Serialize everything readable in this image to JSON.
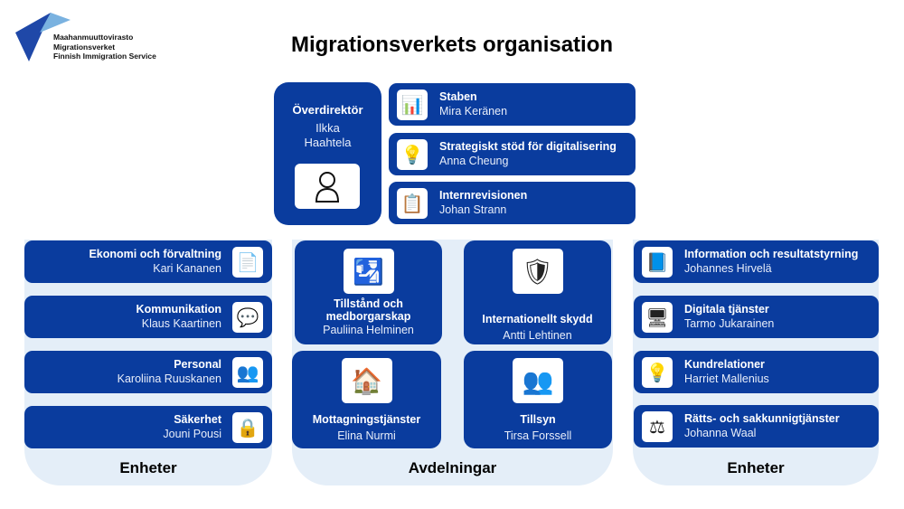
{
  "logo": {
    "lines": [
      "Maahanmuuttovirasto",
      "Migrationsverket",
      "Finnish Immigration Service"
    ]
  },
  "title": "Migrationsverkets organisation",
  "director": {
    "title": "Överdirektör",
    "name_line1": "Ilkka",
    "name_line2": "Haahtela"
  },
  "staff_units": [
    {
      "title": "Staben",
      "name": "Mira Keränen",
      "icon": "presentation-board-icon"
    },
    {
      "title": "Strategiskt  stöd för digitalisering",
      "name": "Anna Cheung",
      "icon": "lightbulb-gear-icon"
    },
    {
      "title": "Internrevisionen",
      "name": "Johan Strann",
      "icon": "clipboard-checklist-icon"
    }
  ],
  "left_units": {
    "label": "Enheter",
    "items": [
      {
        "title": "Ekonomi och förvaltning",
        "name": "Kari Kananen",
        "icon": "document-icon"
      },
      {
        "title": "Kommunikation",
        "name": "Klaus Kaartinen",
        "icon": "chat-bubbles-icon"
      },
      {
        "title": "Personal",
        "name": "Karoliina Ruuskanen",
        "icon": "people-group-icon"
      },
      {
        "title": "Säkerhet",
        "name": "Jouni Pousi",
        "icon": "padlock-icon"
      }
    ]
  },
  "departments": {
    "label": "Avdelningar",
    "items": [
      {
        "title_line1": "Tillstånd och",
        "title_line2": "medborgarskap",
        "name": "Pauliina Helminen",
        "icon": "passport-icon"
      },
      {
        "title_line1": "Internationellt  skydd",
        "title_line2": "",
        "name": "Antti Lehtinen",
        "icon": "shield-people-icon"
      },
      {
        "title_line1": "Mottagningstjänster",
        "title_line2": "",
        "name": "Elina Nurmi",
        "icon": "house-people-icon"
      },
      {
        "title_line1": "Tillsyn",
        "title_line2": "",
        "name": "Tirsa Forssell",
        "icon": "people-icon"
      }
    ]
  },
  "right_units": {
    "label": "Enheter",
    "items": [
      {
        "title": "Information  och resultatstyrning",
        "name": "Johannes Hirvelä",
        "icon": "book-icon"
      },
      {
        "title": "Digitala tjänster",
        "name": "Tarmo Jukarainen",
        "icon": "computer-icon"
      },
      {
        "title": "Kundrelationer",
        "name": "Harriet Mallenius",
        "icon": "lightbulb-icon"
      },
      {
        "title": "Rätts-  och sakkunnigtjänster",
        "name": "Johanna Waal",
        "icon": "scales-icon"
      }
    ]
  }
}
